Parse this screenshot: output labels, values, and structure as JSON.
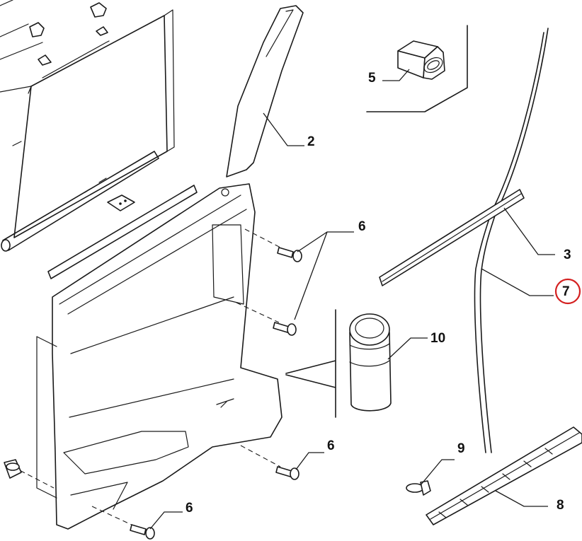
{
  "callouts": {
    "c2": "2",
    "c3": "3",
    "c5": "5",
    "c6a": "6",
    "c6b": "6",
    "c6c": "6",
    "c7": "7",
    "c8": "8",
    "c9": "9",
    "c10": "10"
  },
  "highlight": {
    "color": "#d42020",
    "target": "7"
  }
}
